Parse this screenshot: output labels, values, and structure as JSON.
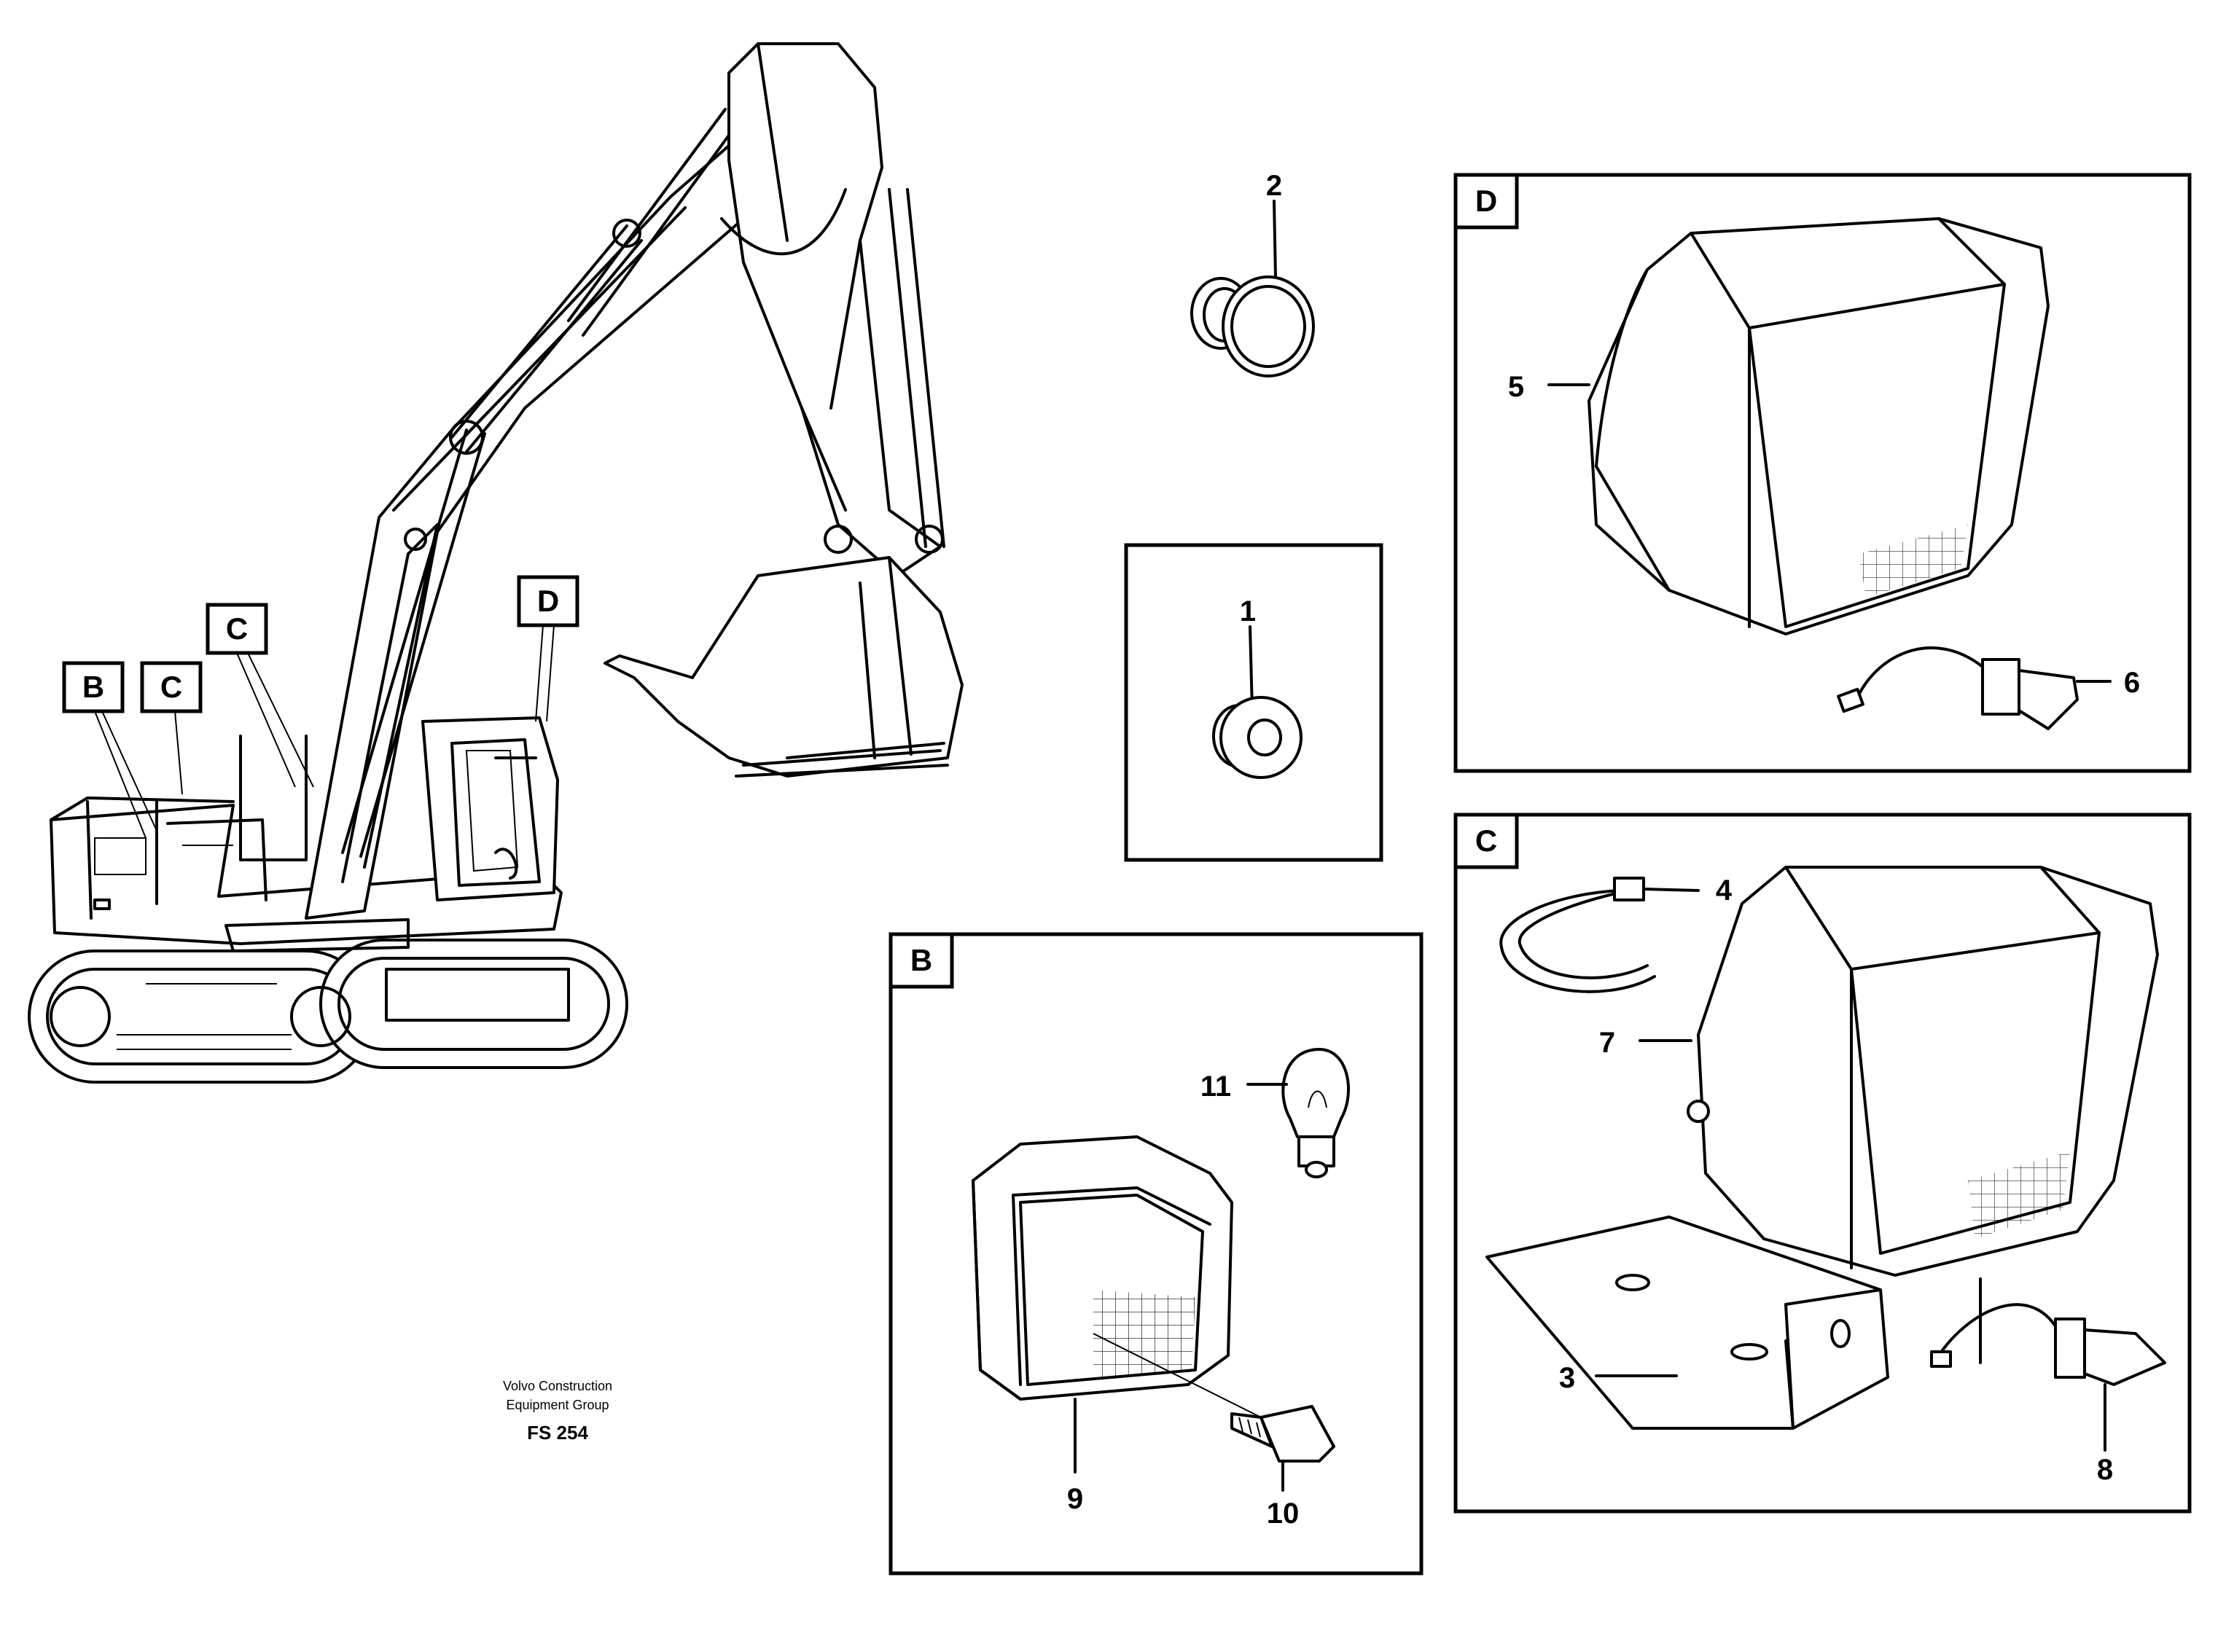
{
  "callouts": {
    "c1": "1",
    "c2": "2",
    "c3": "3",
    "c4": "4",
    "c5": "5",
    "c6": "6",
    "c7": "7",
    "c8": "8",
    "c9": "9",
    "c10": "10",
    "c11": "11"
  },
  "view_letters": {
    "machine_b": "B",
    "machine_c1": "C",
    "machine_c2": "C",
    "machine_d": "D",
    "detail_d": "D",
    "detail_c": "C",
    "detail_b": "B"
  },
  "credit": {
    "line1": "Volvo Construction",
    "line2": "Equipment Group",
    "code": "FS 254"
  }
}
